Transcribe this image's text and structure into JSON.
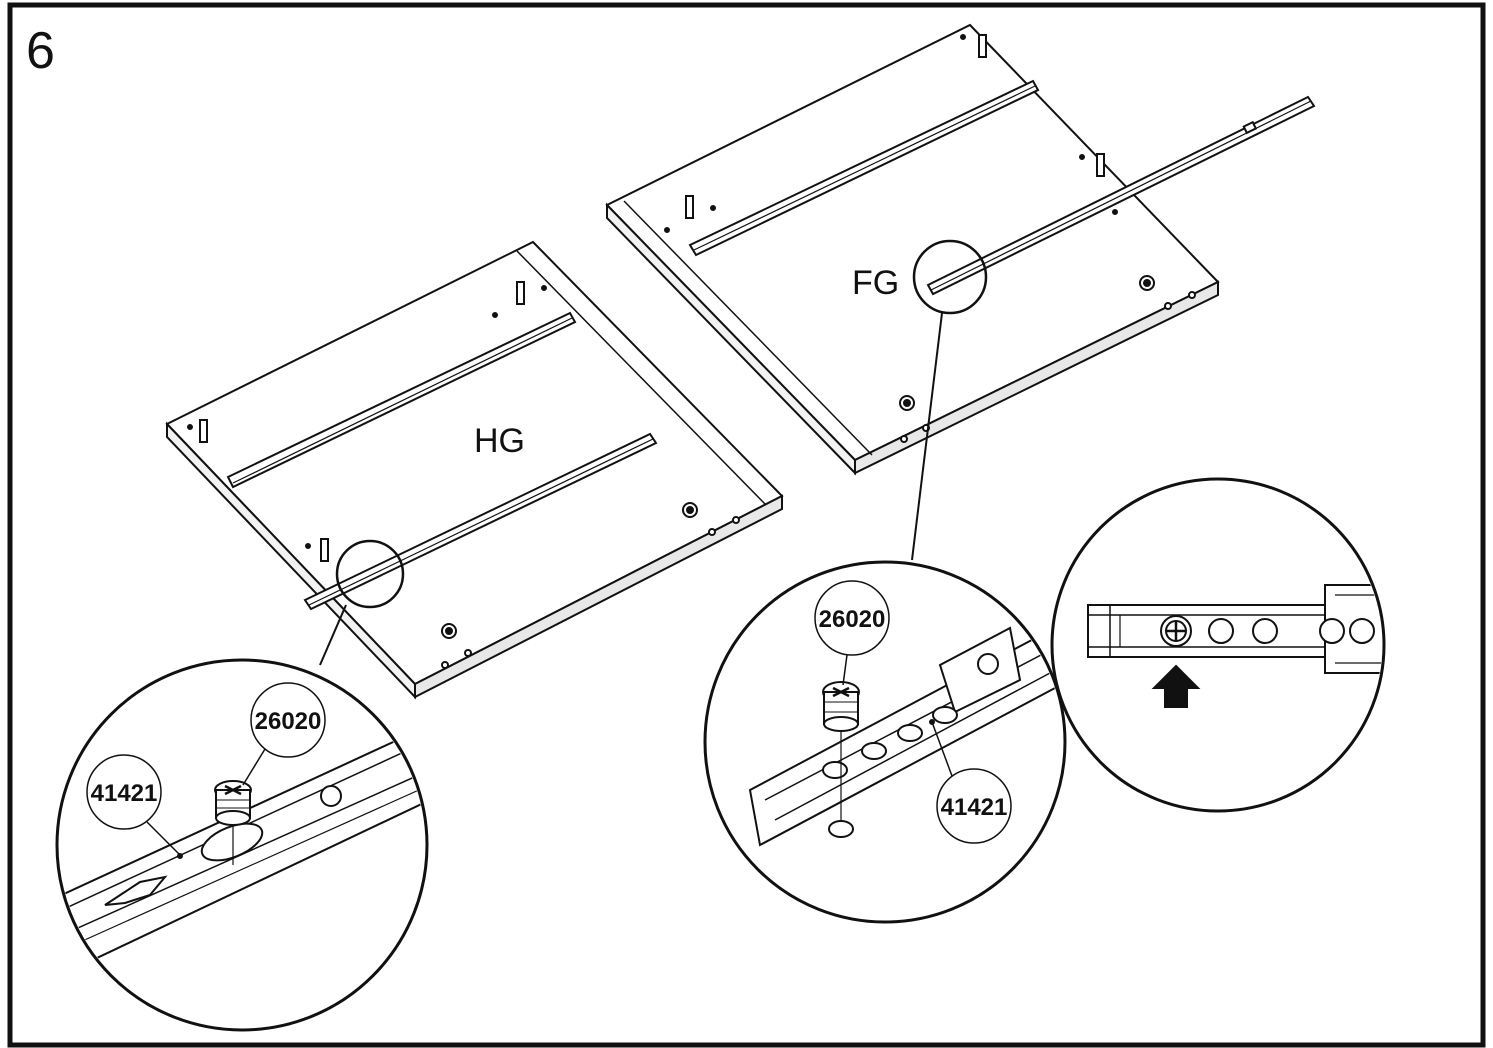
{
  "step": {
    "number": "6"
  },
  "panels": {
    "hg": {
      "label": "HG"
    },
    "fg": {
      "label": "FG"
    }
  },
  "callouts": {
    "left_screw": "26020",
    "left_rail": "41421",
    "right_screw": "26020",
    "right_rail": "41421"
  },
  "colors": {
    "ink": "#111111",
    "paper": "#ffffff"
  }
}
